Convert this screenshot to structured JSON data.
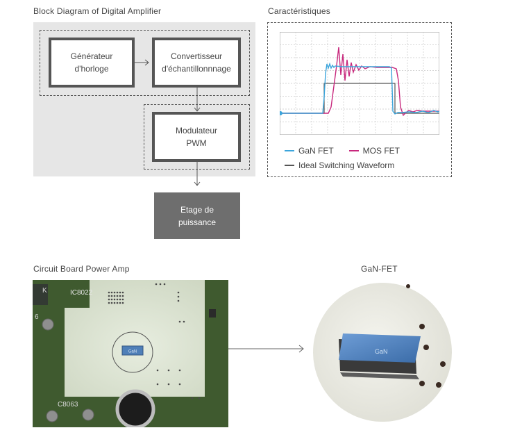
{
  "block_diagram": {
    "title": "Block Diagram of Digital Amplifier",
    "clock_generator": {
      "line1": "Générateur",
      "line2": "d'horloge"
    },
    "sampling_converter": {
      "line1": "Convertisseur",
      "line2": "d'échantillonnnage"
    },
    "pwm_modulator": {
      "line1": "Modulateur",
      "line2": "PWM"
    },
    "power_stage": {
      "line1": "Etage de",
      "line2": "puissance"
    }
  },
  "characteristics": {
    "title": "Caractéristiques",
    "legend": [
      {
        "label": "GaN FET",
        "color": "#3ca5dc"
      },
      {
        "label": "MOS FET",
        "color": "#c8287d"
      },
      {
        "label": "Ideal Switching Waveform",
        "color": "#555555"
      }
    ]
  },
  "circuit_board": {
    "title": "Circuit Board Power Amp",
    "silkscreen": {
      "ic": "IC8022",
      "c": "C8063",
      "k": "K",
      "six": "6"
    },
    "component_marking": "GaN"
  },
  "gan_fet": {
    "title": "GaN-FET",
    "marking": "GaN"
  },
  "colors": {
    "diagram_bg": "#e6e6e6",
    "block_border": "#555555",
    "power_stage_fill": "#6e6e6e",
    "gan": "#3ca5dc",
    "mos": "#c8287d",
    "ideal": "#555555",
    "pcb_board": "#c8d1bb",
    "pcb_green": "#3f5a2f"
  }
}
